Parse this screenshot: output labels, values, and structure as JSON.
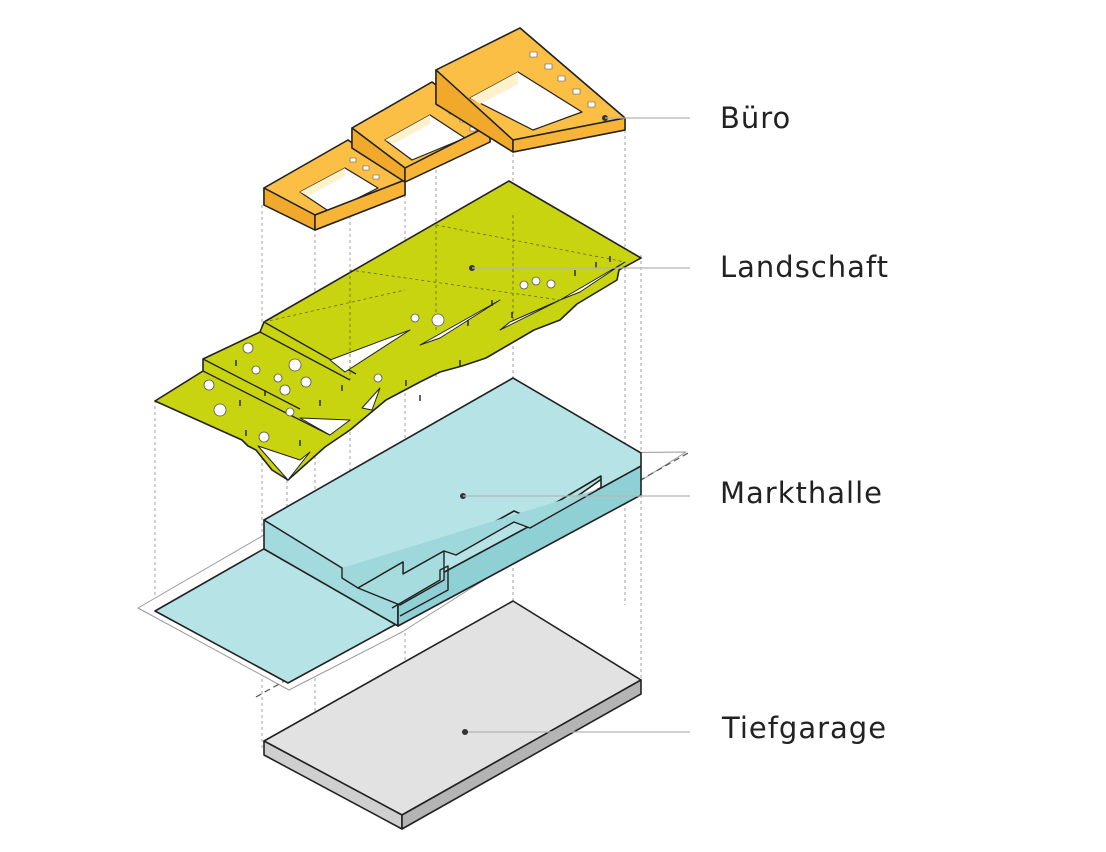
{
  "layers": [
    {
      "id": "buero",
      "label": "Büro",
      "color": "#fbbf45"
    },
    {
      "id": "landschaft",
      "label": "Landschaft",
      "color": "#c9d410"
    },
    {
      "id": "markthalle",
      "label": "Markthalle",
      "color": "#b5e3e6"
    },
    {
      "id": "tiefgarage",
      "label": "Tiefgarage",
      "color": "#e2e2e2"
    }
  ],
  "colors": {
    "outline": "#222222",
    "leader": "#b5b5b5",
    "projection": "#9a9a9a",
    "buero_light": "#fff1cc",
    "buero_side": "#f0a92a",
    "markthalle_side": "#8fd0d5",
    "tiefgarage_side": "#b4b4b4",
    "landschaft_fold": "#ffffff"
  }
}
